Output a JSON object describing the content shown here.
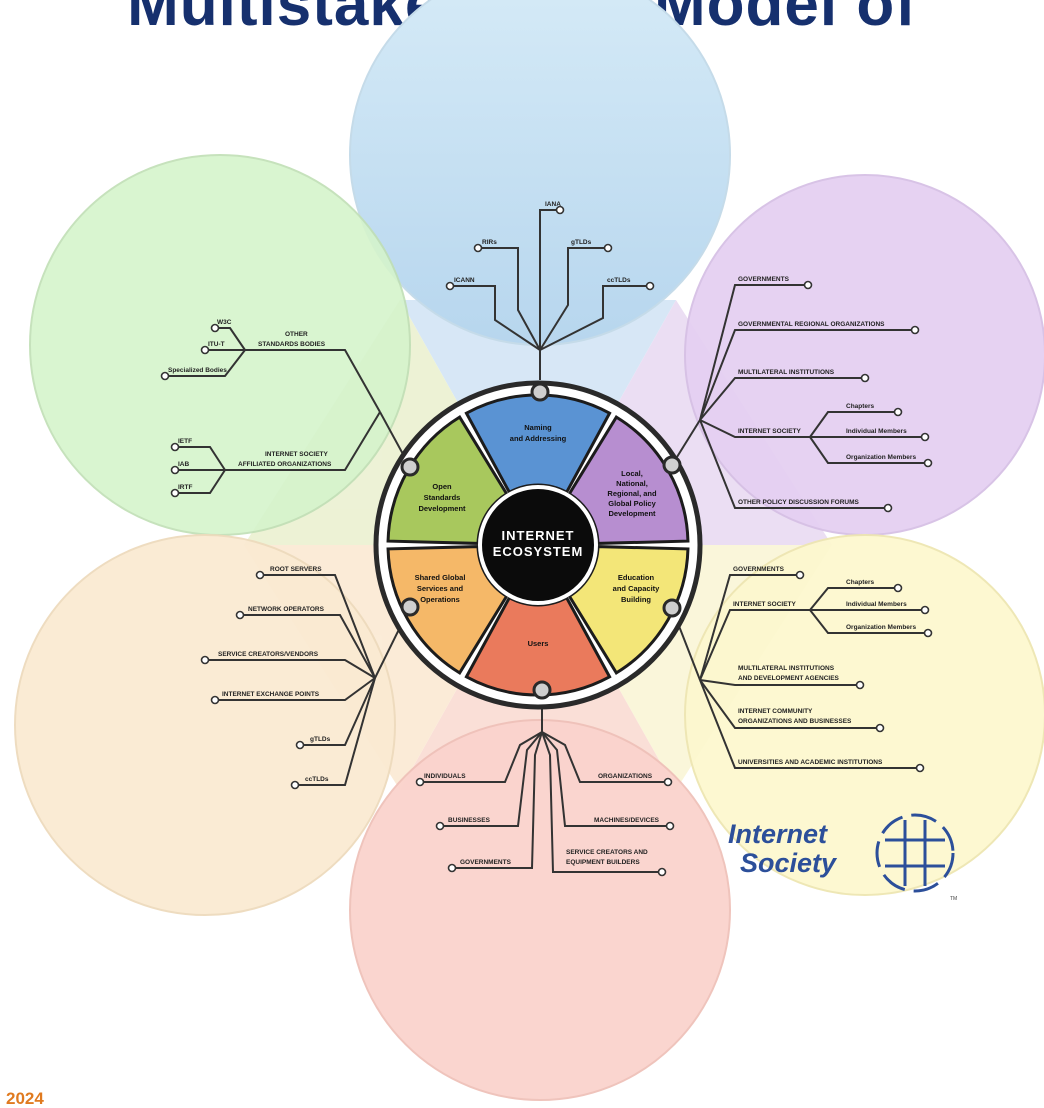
{
  "title": "Multistakeholder Model of",
  "footer_year": "2024",
  "center": {
    "line1": "INTERNET",
    "line2": "ECOSYSTEM"
  },
  "logo": {
    "line1": "Internet",
    "line2": "Society",
    "tm": "TM"
  },
  "colors": {
    "title": "#16306e",
    "naming": "#5a93d3",
    "policy": "#b78ed0",
    "education": "#f3e678",
    "users": "#ea7a5c",
    "shared": "#f5b868",
    "standards": "#a8c85d",
    "center": "#0b0b0b",
    "logo": "#2c4f9a",
    "footer": "#e07a1f"
  },
  "segments": {
    "naming": [
      "Naming",
      "and Addressing"
    ],
    "policy": [
      "Local,",
      "National,",
      "Regional, and",
      "Global Policy",
      "Development"
    ],
    "education": [
      "Education",
      "and Capacity",
      "Building"
    ],
    "users": [
      "Users"
    ],
    "shared": [
      "Shared Global",
      "Services and",
      "Operations"
    ],
    "standards": [
      "Open",
      "Standards",
      "Development"
    ]
  },
  "naming_labels": [
    "IANA",
    "RIRs",
    "gTLDs",
    "ICANN",
    "ccTLDs"
  ],
  "standards_labels": {
    "group1": "OTHER",
    "group1b": "STANDARDS BODIES",
    "w3c": "W3C",
    "itu": "ITU-T",
    "specialized": "Specialized Bodies",
    "group2": "INTERNET SOCIETY",
    "group2b": "AFFILIATED ORGANIZATIONS",
    "ietf": "IETF",
    "iab": "IAB",
    "irtf": "IRTF"
  },
  "policy_labels": {
    "governments": "GOVERNMENTS",
    "intergov": "GOVERNMENTAL REGIONAL ORGANIZATIONS",
    "multilateral": "MULTILATERAL INSTITUTIONS",
    "isoc": "INTERNET SOCIETY",
    "chapters": "Chapters",
    "individual": "Individual Members",
    "organization": "Organization Members",
    "other_forums": "OTHER POLICY DISCUSSION FORUMS"
  },
  "education_labels": {
    "governments": "GOVERNMENTS",
    "isoc": "INTERNET SOCIETY",
    "chapters": "Chapters",
    "individual": "Individual Members",
    "organization": "Organization Members",
    "multilateral1": "MULTILATERAL INSTITUTIONS",
    "multilateral2": "AND DEVELOPMENT AGENCIES",
    "community1": "INTERNET COMMUNITY",
    "community2": "ORGANIZATIONS AND BUSINESSES",
    "universities": "UNIVERSITIES AND ACADEMIC INSTITUTIONS"
  },
  "shared_labels": {
    "root": "ROOT SERVERS",
    "network": "NETWORK OPERATORS",
    "service": "SERVICE CREATORS/VENDORS",
    "ixp": "INTERNET EXCHANGE POINTS",
    "gtlds": "gTLDs",
    "cctlds": "ccTLDs"
  },
  "users_labels": {
    "individuals": "INDIVIDUALS",
    "businesses": "BUSINESSES",
    "governments": "GOVERNMENTS",
    "organizations": "ORGANIZATIONS",
    "machines": "MACHINES/DEVICES",
    "service1": "SERVICE CREATORS AND",
    "service2": "EQUIPMENT BUILDERS"
  }
}
